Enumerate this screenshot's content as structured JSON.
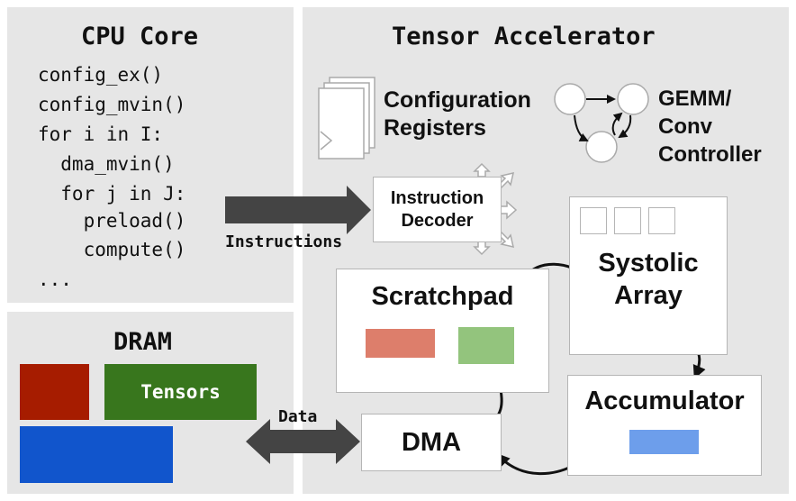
{
  "cpu": {
    "title": "CPU Core",
    "code": [
      "config_ex()",
      "config_mvin()",
      "for i in I:",
      "  dma_mvin()",
      "  for j in J:",
      "    preload()",
      "    compute()",
      "..."
    ]
  },
  "dram": {
    "title": "DRAM",
    "tensors_label": "Tensors"
  },
  "accelerator": {
    "title": "Tensor Accelerator",
    "config_registers": [
      "Configuration",
      "Registers"
    ],
    "controller": [
      "GEMM/",
      "Conv",
      "Controller"
    ],
    "instruction_decoder": [
      "Instruction",
      "Decoder"
    ],
    "scratchpad": "Scratchpad",
    "systolic_array": [
      "Systolic",
      "Array"
    ],
    "accumulator": "Accumulator",
    "dma": "DMA"
  },
  "arrows": {
    "instructions_label": "Instructions",
    "data_label": "Data"
  },
  "colors": {
    "panel_bg": "#e6e6e6",
    "dram_red": "#a61c00",
    "dram_green": "#38761d",
    "dram_blue": "#1155cc",
    "scratch_red": "#dd7e6b",
    "scratch_green": "#93c47d",
    "accum_blue": "#6d9eeb",
    "arrow_dark": "#444444"
  }
}
